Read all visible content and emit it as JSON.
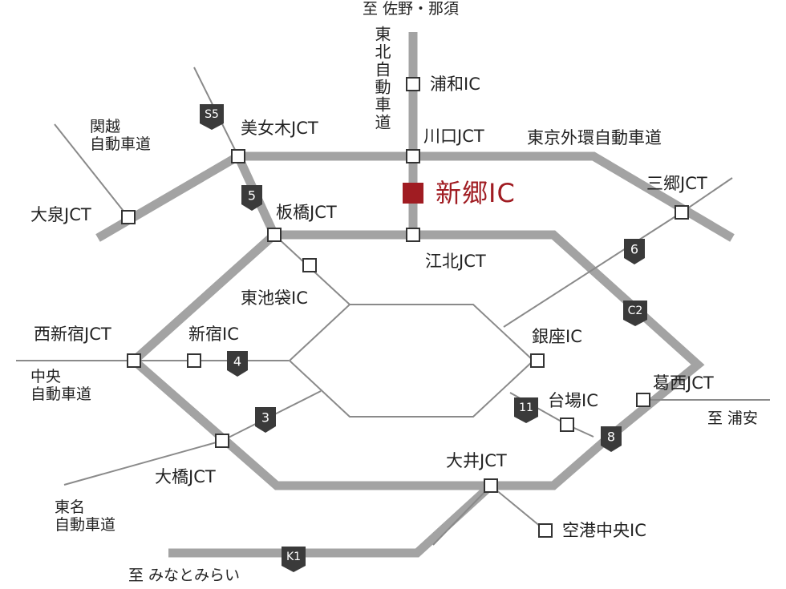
{
  "colors": {
    "main_road": "#a3a3a3",
    "thin_road": "#8a8a8a",
    "node_fill": "#ffffff",
    "node_stroke": "#333333",
    "shield_fill": "#3a3a3a",
    "highlight": "#a01c22",
    "text": "#222222"
  },
  "routes": {
    "tohoku": "東北自動車道",
    "gaikan": "東京外環自動車道",
    "kanetsu": "関越\n自動車道",
    "chuo": "中央\n自動車道",
    "tomei": "東名\n自動車道"
  },
  "destinations": {
    "north": "至 佐野・那須",
    "east": "至 浦安",
    "south": "至 みなとみらい"
  },
  "highlight": {
    "label": "新郷IC"
  },
  "junctions": {
    "urawa": "浦和IC",
    "kawaguchi": "川口JCT",
    "bijogi": "美女木JCT",
    "misato": "三郷JCT",
    "oizumi": "大泉JCT",
    "itabashi": "板橋JCT",
    "kohoku": "江北JCT",
    "higashi_ikebukuro": "東池袋IC",
    "nishishinjuku": "西新宿JCT",
    "shinjuku": "新宿IC",
    "ginza": "銀座IC",
    "kasai": "葛西JCT",
    "daiba": "台場IC",
    "ohashi": "大橋JCT",
    "oi": "大井JCT",
    "airport": "空港中央IC"
  },
  "shields": {
    "s5": "S5",
    "r5": "5",
    "r6": "6",
    "c2": "C2",
    "r4": "4",
    "r3": "3",
    "r11": "11",
    "r8": "8",
    "k1": "K1"
  }
}
